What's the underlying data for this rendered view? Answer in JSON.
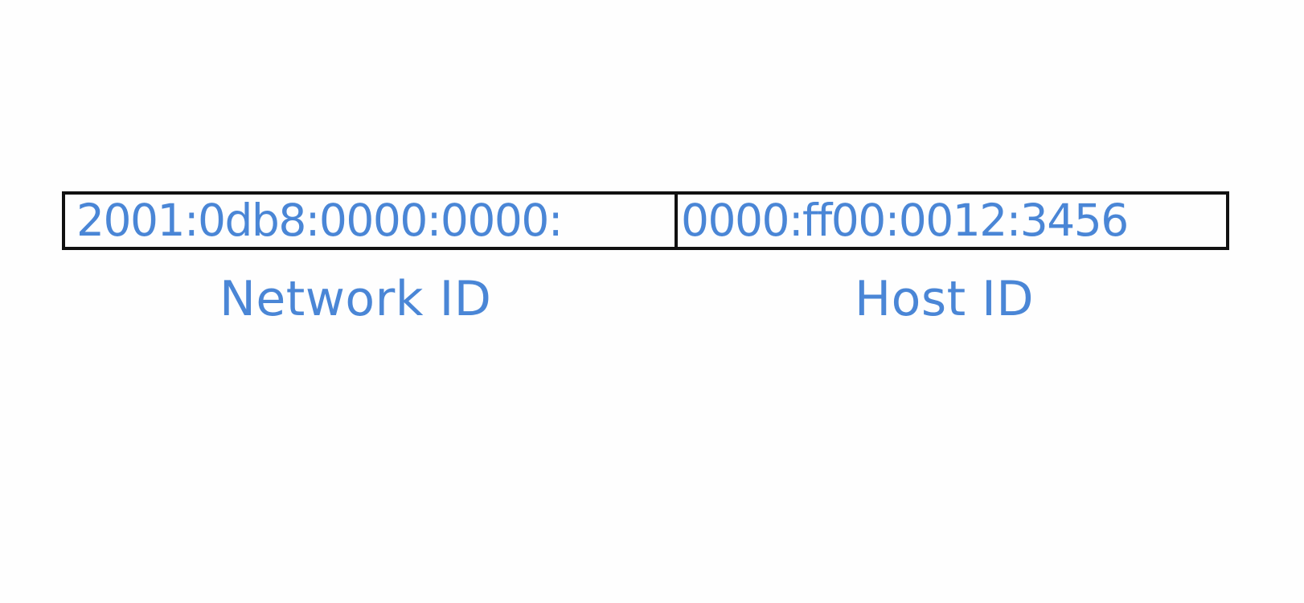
{
  "address": {
    "network_part": "2001:0db8:0000:0000:",
    "host_part": "0000:ff00:0012:3456"
  },
  "labels": {
    "network": "Network ID",
    "host": "Host ID"
  },
  "colors": {
    "text": "#4a86d6",
    "border": "#111111",
    "background": "#fefefe"
  }
}
